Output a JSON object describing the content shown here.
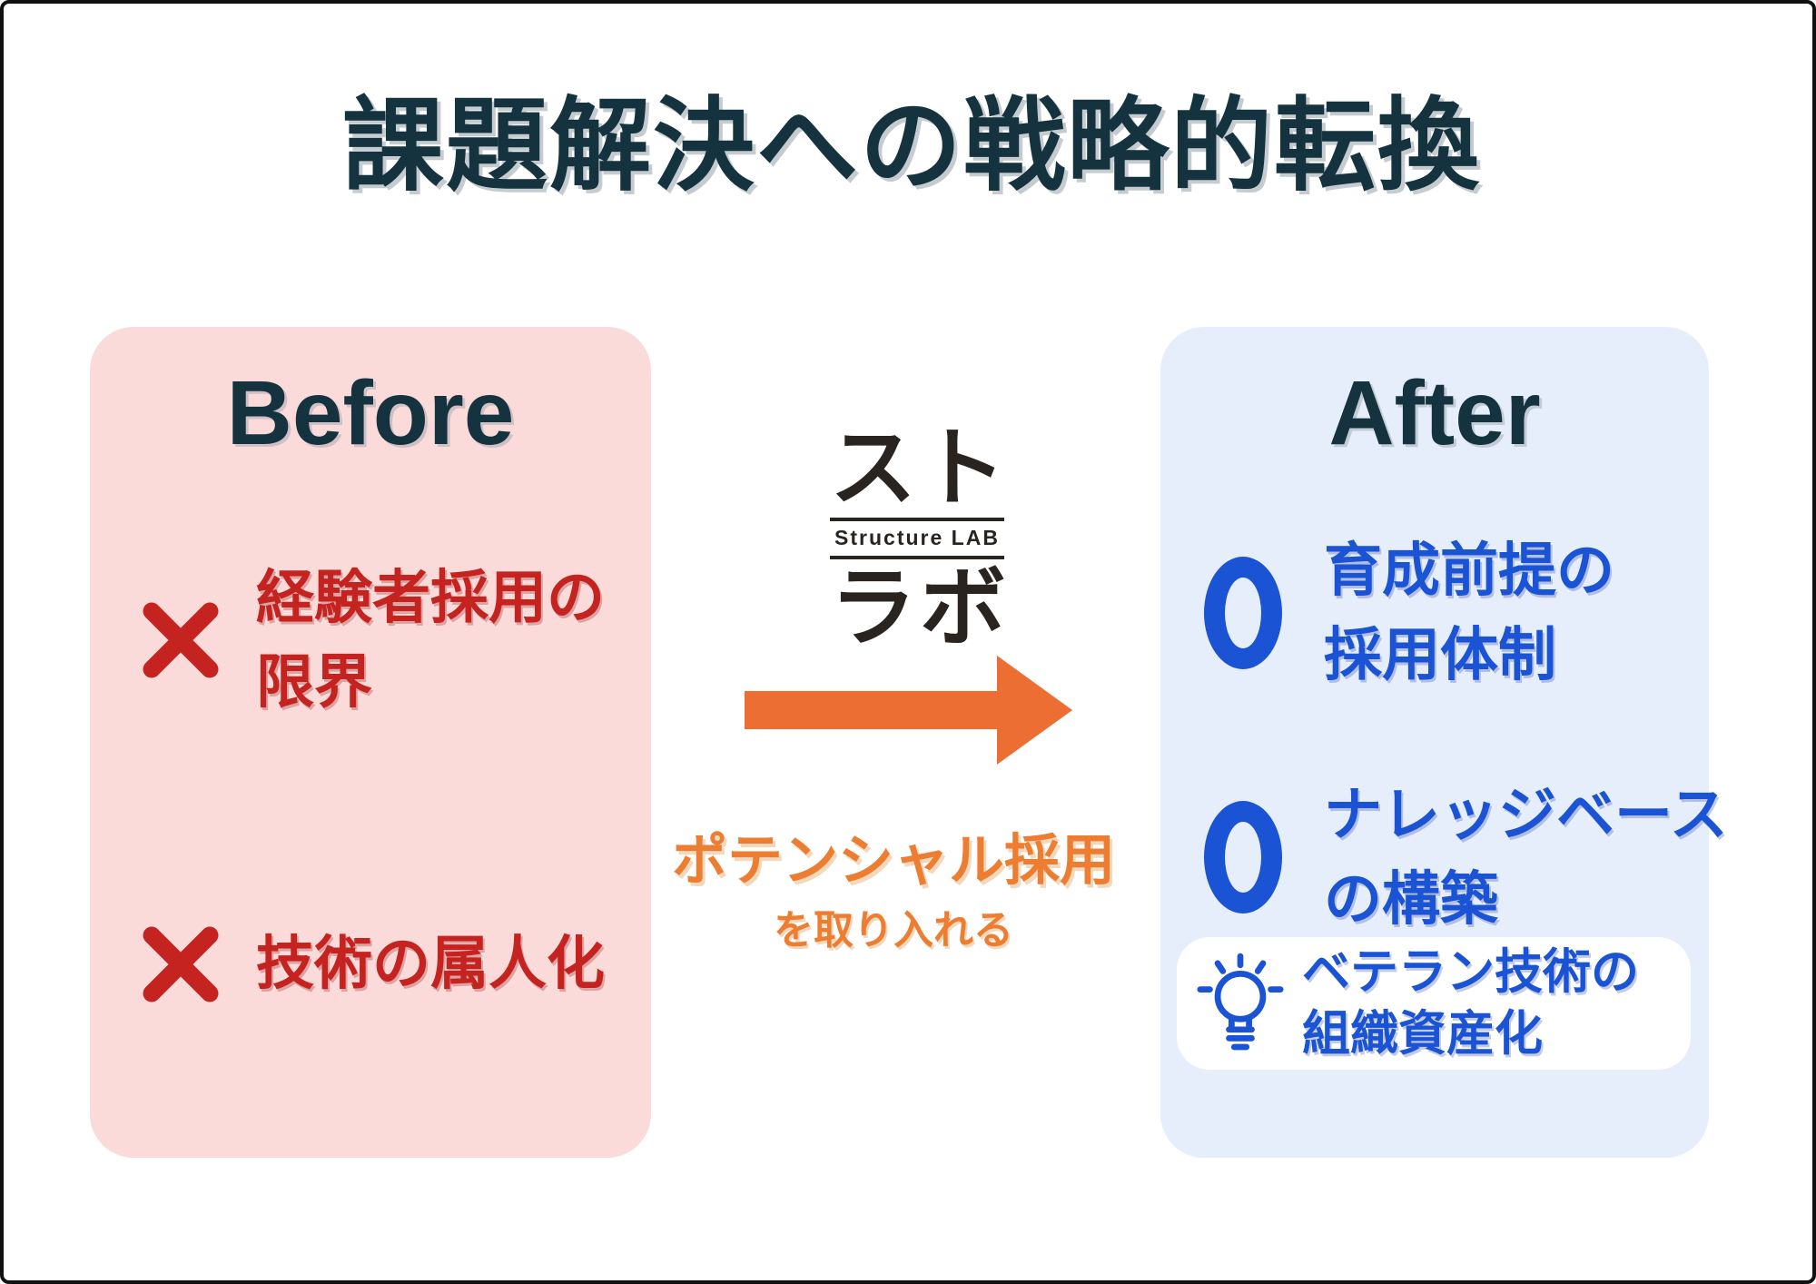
{
  "page": {
    "title": "課題解決への戦略的転換"
  },
  "before_panel": {
    "heading": "Before",
    "items": [
      {
        "line1": "経験者採用の",
        "line2": "限界"
      },
      {
        "line1": "技術の属人化"
      }
    ]
  },
  "middle": {
    "logo": {
      "top": "スト",
      "sub": "Structure LAB",
      "bottom": "ラボ"
    },
    "arrow_label_main": "ポテンシャル採用",
    "arrow_label_sub": "を取り入れる"
  },
  "after_panel": {
    "heading": "After",
    "items": [
      {
        "line1": "育成前提の",
        "line2": "採用体制"
      },
      {
        "line1": "ナレッジベース",
        "line2": "の構築"
      }
    ],
    "highlight": {
      "line1": "ベテラン技術の",
      "line2": "組織資産化"
    }
  },
  "colors": {
    "title_navy": "#14333F",
    "before_bg": "#FBDADA",
    "after_bg": "#E7EEFB",
    "negative_red": "#C5231F",
    "positive_blue": "#1A53D4",
    "arrow_orange": "#EC6E32",
    "label_orange": "#ED7D31",
    "logo_dark": "#2A2420",
    "highlight_bg": "#FFFFFF",
    "page_border": "#111111"
  }
}
